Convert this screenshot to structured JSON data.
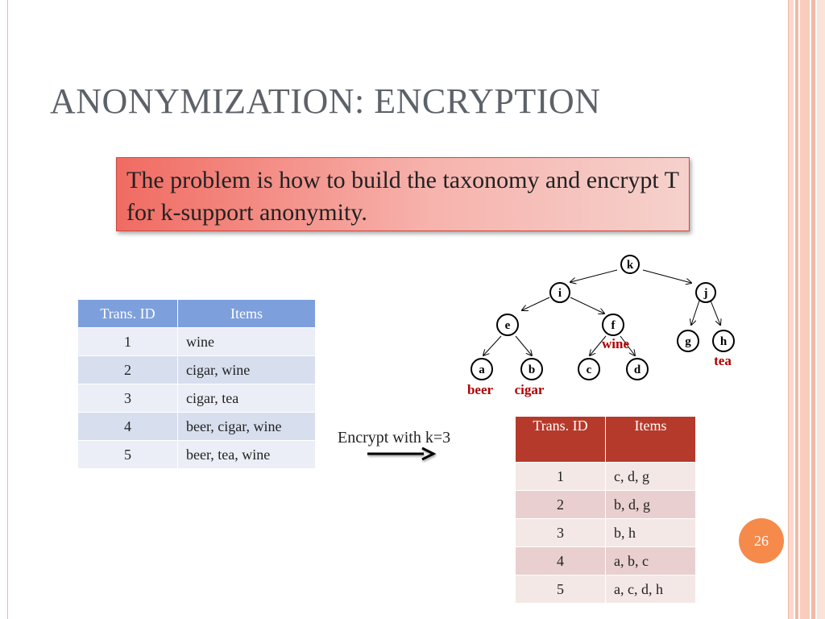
{
  "slide": {
    "title": "ANONYMIZATION: ENCRYPTION",
    "callout_text": "The problem is how to build the taxonomy and encrypt T for k-support anonymity.",
    "page_number": "26",
    "colors": {
      "title": "#5d6269",
      "callout": "#f06b62",
      "table_original_header": "#7d9fdc",
      "table_encrypted_header": "#b63a2b",
      "leaf_label": "#b00000",
      "badge": "#f58a4b"
    }
  },
  "original_table": {
    "headers": [
      "Trans. ID",
      "Items"
    ],
    "rows": [
      {
        "id": "1",
        "items": "wine"
      },
      {
        "id": "2",
        "items": "cigar, wine"
      },
      {
        "id": "3",
        "items": "cigar, tea"
      },
      {
        "id": "4",
        "items": "beer, cigar, wine"
      },
      {
        "id": "5",
        "items": "beer, tea, wine"
      }
    ]
  },
  "encrypt": {
    "label": "Encrypt with k=3",
    "icon": "right-arrow-icon"
  },
  "encrypted_table": {
    "headers": [
      "Trans. ID",
      "Items"
    ],
    "rows": [
      {
        "id": "1",
        "items": "c, d, g"
      },
      {
        "id": "2",
        "items": "b, d, g"
      },
      {
        "id": "3",
        "items": "b, h"
      },
      {
        "id": "4",
        "items": "a, b, c"
      },
      {
        "id": "5",
        "items": "a, c, d, h"
      }
    ]
  },
  "taxonomy": {
    "nodes": {
      "k": "k",
      "i": "i",
      "j": "j",
      "e": "e",
      "f": "f",
      "g": "g",
      "h": "h",
      "a": "a",
      "b": "b",
      "c": "c",
      "d": "d"
    },
    "item_labels": {
      "wine": "wine",
      "tea": "tea",
      "beer": "beer",
      "cigar": "cigar"
    }
  }
}
